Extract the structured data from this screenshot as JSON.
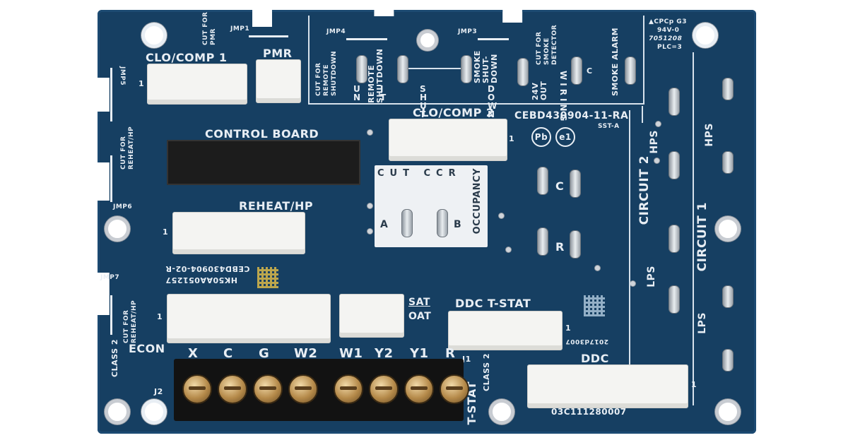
{
  "board": {
    "labels": {
      "clo_comp_1": "CLO/COMP 1",
      "pmr": "PMR",
      "clo_comp_2": "CLO/COMP 2",
      "control_board": "CONTROL BOARD",
      "reheat_hp": "REHEAT/HP",
      "econ": "ECON",
      "sat": "SAT",
      "oat": "OAT",
      "ddc_tstat": "DDC T-STAT",
      "ddc": "DDC",
      "tstat": "T-STAT",
      "class2_left": "CLASS 2",
      "class2_right": "CLASS 2",
      "j1": "J1",
      "j2": "J2",
      "part_number": "CEBD430904-11-RA",
      "sst": "SST-A",
      "pb_mark": "Pb",
      "e1_mark": "e1",
      "board_code": "HK50AA051257",
      "rev_code": "CEBD430904-02-R",
      "bottom_code": "03C111280007",
      "mid_code": "2017d3007",
      "cpc": "▲CPCp G3",
      "rating": "94V-0",
      "lot": "7051208",
      "plc": "PLC=3",
      "circuit1": "CIRCUIT 1",
      "circuit2": "CIRCUIT 2",
      "hps_1": "HPS",
      "hps_2": "HPS",
      "lps_1": "LPS",
      "lps_2": "LPS",
      "smoke_alarm": "SMOKE ALARM",
      "smoke_shutdown": "SMOKE SHUT-DOWN",
      "remote_shutdown": "REMOTE SHUTDOWN",
      "cut_remote_shutdown": "CUT FOR REMOTE SHUTDOWN",
      "cut_smoke_detector": "CUT FOR SMOKE DETECTOR",
      "cut_pmr": "CUT FOR PMR",
      "cut_reheat_hp_top": "CUT FOR REHEAT/HP",
      "cut_reheat_hp_bottom": "CUT FOR REHEAT/HP",
      "out_24v": "24V OUT",
      "wiring": "WIRING",
      "c_label": "C",
      "c2_label": "C",
      "r_label": "R",
      "a_label": "A",
      "b_label": "B",
      "occupancy": "OCCUPANCY",
      "cut_ccr": "CUT CCR",
      "jmp1": "JMP1",
      "jmp3": "JMP3",
      "jmp4": "JMP4",
      "jmp5": "JMP5",
      "jmp6": "JMP6",
      "jmp7": "JMP7",
      "pin1": "1"
    },
    "terminals": [
      "X",
      "C",
      "G",
      "W2",
      "W1",
      "Y2",
      "Y1",
      "R"
    ],
    "top_terminals": [
      "U",
      "N",
      "I",
      "T",
      "S",
      "H",
      "U",
      "T",
      "D",
      "O",
      "W",
      "N"
    ],
    "colors": {
      "pcb": "#163f62",
      "silkscreen": "#e8eef4",
      "connector": "#f4f4f2",
      "terminal_block": "#121212"
    }
  }
}
